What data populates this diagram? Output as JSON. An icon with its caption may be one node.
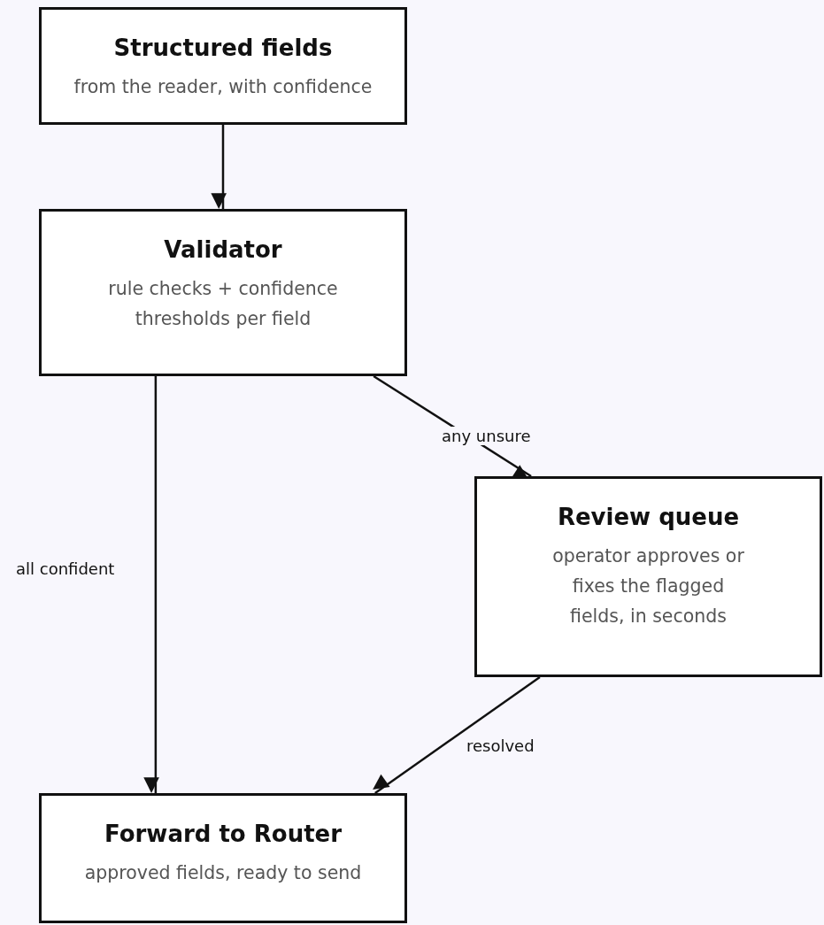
{
  "diagram": {
    "nodes": [
      {
        "text": [
          "Structured fields",
          "from the reader, with confidence"
        ]
      },
      {
        "text": [
          "Validator",
          "rule checks + confidence thresholds per field"
        ]
      },
      {
        "text": [
          "Review queue",
          "operator approves or fixes the flagged fields, in seconds"
        ]
      },
      {
        "text": [
          "Forward to Router",
          "approved fields, ready to send"
        ]
      }
    ],
    "edges": [
      {
        "from": 0,
        "to": 1,
        "arrow": "to"
      },
      {
        "from": 1,
        "to": 3,
        "arrow": "to",
        "label": "all confident"
      },
      {
        "from": 1,
        "to": 2,
        "arrow": "to",
        "label": "any unsure"
      },
      {
        "from": 2,
        "to": 3,
        "arrow": "to",
        "label": "resolved"
      }
    ]
  }
}
